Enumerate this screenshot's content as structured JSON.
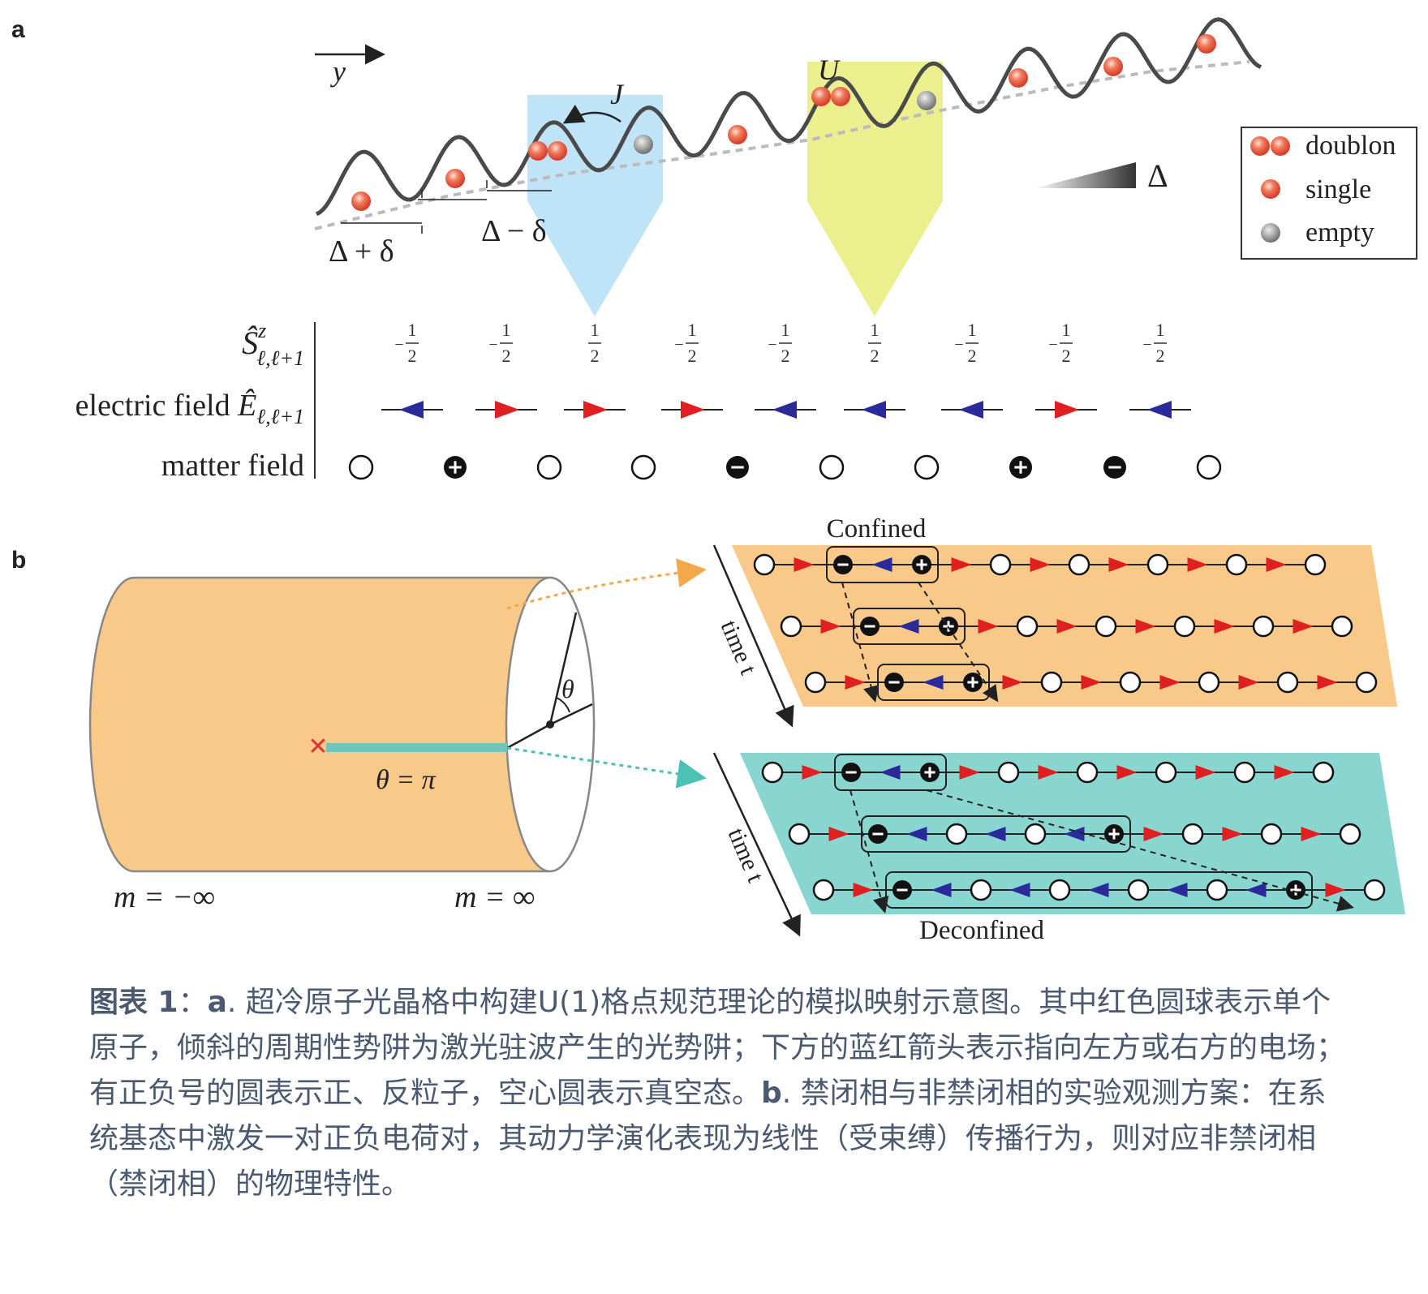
{
  "panel_a": {
    "label": "a",
    "axis_label": "y",
    "hopping_label": "J",
    "interaction_label": "U",
    "gap_left": "Δ + δ",
    "gap_right": "Δ − δ",
    "tilt_label": "Δ",
    "legend": {
      "doublon": "doublon",
      "single": "single",
      "empty": "empty"
    },
    "row_labels": {
      "spin_symbol": "Ŝ",
      "spin_sup": "z",
      "spin_sub": "ℓ,ℓ+1",
      "efield_text": "electric field ",
      "efield_symbol": "Ê",
      "efield_sub": "ℓ,ℓ+1",
      "matter": "matter field"
    },
    "spin_values": [
      {
        "sign": "−",
        "num": "1",
        "den": "2"
      },
      {
        "sign": "−",
        "num": "1",
        "den": "2"
      },
      {
        "sign": "",
        "num": "1",
        "den": "2"
      },
      {
        "sign": "−",
        "num": "1",
        "den": "2"
      },
      {
        "sign": "−",
        "num": "1",
        "den": "2"
      },
      {
        "sign": "",
        "num": "1",
        "den": "2"
      },
      {
        "sign": "−",
        "num": "1",
        "den": "2"
      },
      {
        "sign": "−",
        "num": "1",
        "den": "2"
      },
      {
        "sign": "−",
        "num": "1",
        "den": "2"
      }
    ],
    "field_directions": [
      "left",
      "right",
      "right",
      "right",
      "left",
      "left",
      "left",
      "right",
      "left"
    ],
    "matter_states": [
      "vacuum",
      "plus",
      "vacuum",
      "vacuum",
      "minus",
      "vacuum",
      "vacuum",
      "plus",
      "minus",
      "vacuum"
    ],
    "colors": {
      "doublon": "#e8493a",
      "single": "#e8493a",
      "empty": "#9a9a9a",
      "right_arrow": "#e02020",
      "left_arrow": "#2a2a9a",
      "blue_beam": "#bfe3f7",
      "yellow_beam": "#ecef8e"
    }
  },
  "panel_b": {
    "label": "b",
    "theta": "θ",
    "theta_pi": "θ = π",
    "m_left": "m = −∞",
    "m_right": "m = ∞",
    "confined_title": "Confined",
    "deconfined_title": "Deconfined",
    "time_label": "time t",
    "colors": {
      "confined_bg": "#f9c98a",
      "deconfined_bg": "#88d6cf",
      "cylinder": "#f9c98a",
      "string": "#6cc7bd"
    }
  },
  "caption": {
    "title": "图表  1",
    "colon": "：",
    "a_tag": "a",
    "a_text": ". 超冷原子光晶格中构建U(1)格点规范理论的模拟映射示意图。其中红色圆球表示单个原子，倾斜的周期性势阱为激光驻波产生的光势阱；下方的蓝红箭头表示指向左方或右方的电场；有正负号的圆表示正、反粒子，空心圆表示真空态。",
    "b_tag": "b",
    "b_text": ". 禁闭相与非禁闭相的实验观测方案：在系统基态中激发一对正负电荷对，其动力学演化表现为线性（受束缚）传播行为，则对应非禁闭相（禁闭相）的物理特性。"
  }
}
